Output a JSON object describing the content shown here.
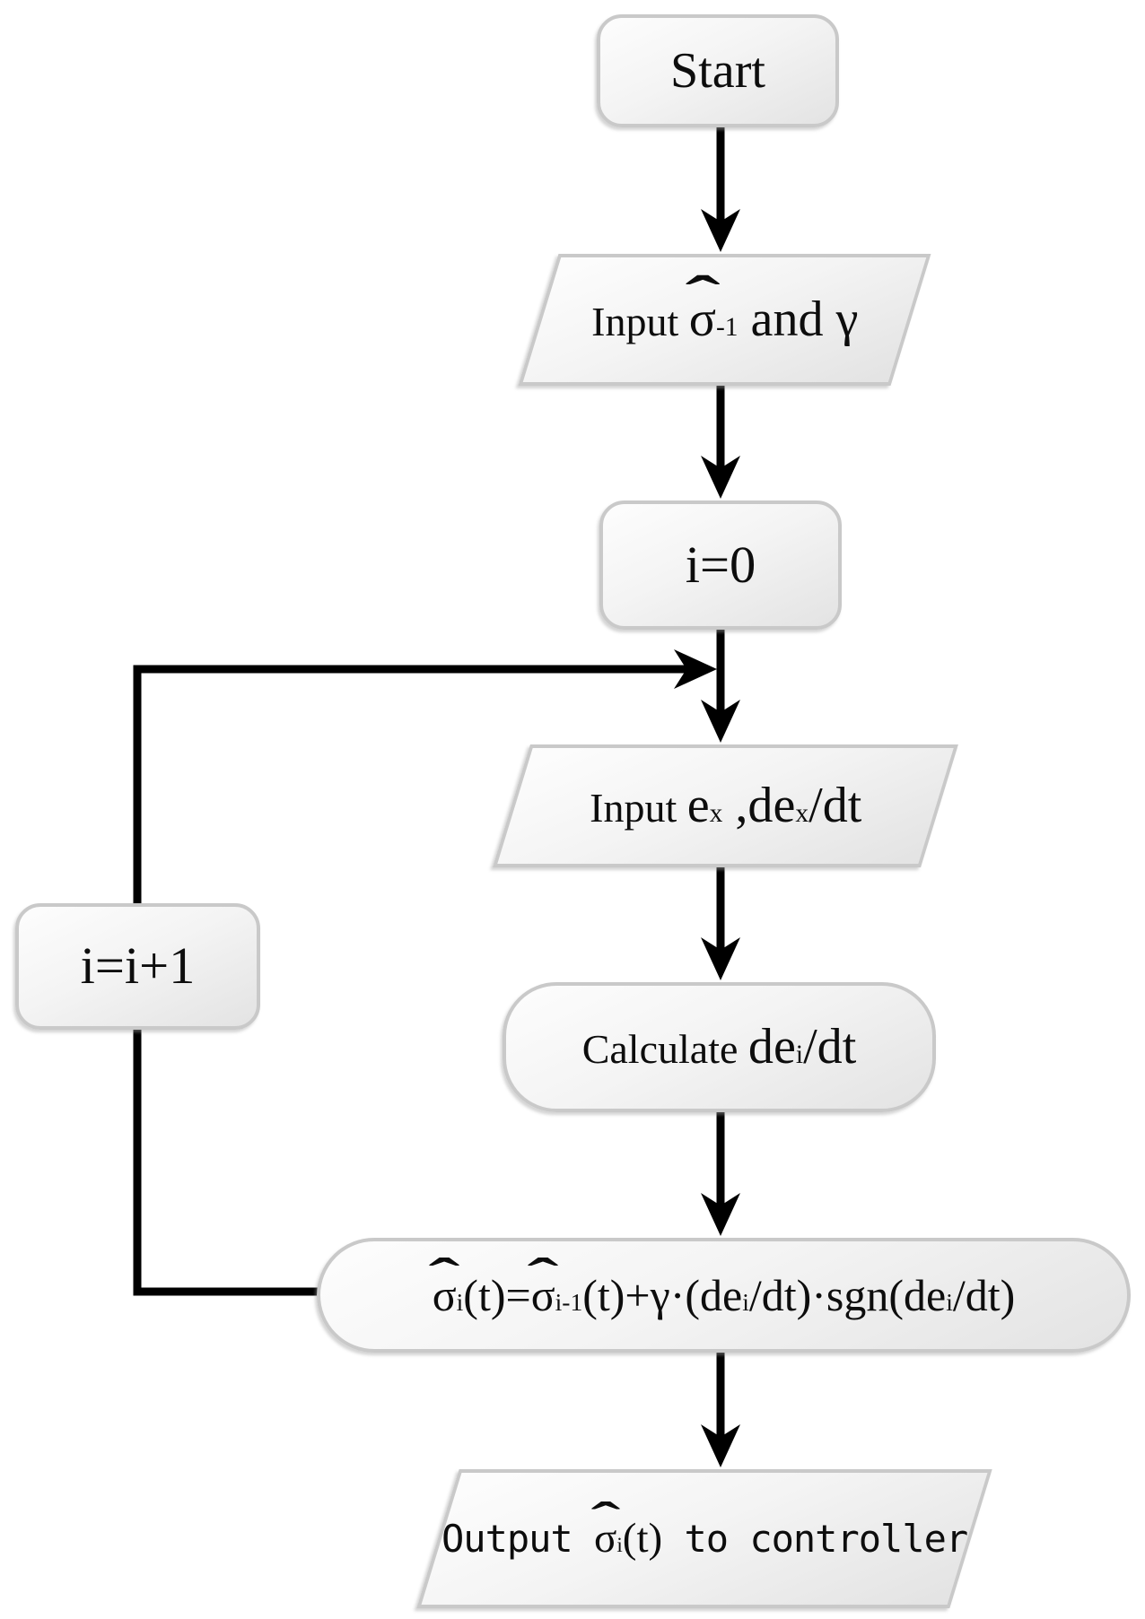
{
  "figure": {
    "type": "flowchart",
    "description": "Adaptive gain update algorithm flowchart"
  },
  "palette": {
    "background": "#ffffff",
    "node_fill_light": "#fdfdfd",
    "node_fill_dark": "#e3e3e3",
    "node_border": "#c9c9c9",
    "text": "#0d0d0d",
    "connector": "#000000"
  },
  "nodes": {
    "start": {
      "shape": "rounded-rectangle",
      "segments": [
        {
          "text": "Start",
          "math": true
        }
      ]
    },
    "input_init": {
      "shape": "parallelogram",
      "segments": [
        {
          "text": "Input "
        },
        {
          "text": "σ",
          "hat": "ˆ",
          "math": true
        },
        {
          "text": "-1",
          "sub": true,
          "math": true
        },
        {
          "text": " and γ",
          "math": true
        }
      ]
    },
    "set_i": {
      "shape": "rounded-rectangle",
      "segments": [
        {
          "text": "i=0",
          "math": true
        }
      ]
    },
    "input_errors": {
      "shape": "parallelogram",
      "segments": [
        {
          "text": "Input "
        },
        {
          "text": "e",
          "math": true
        },
        {
          "text": "x",
          "sub": true,
          "math": true
        },
        {
          "text": " ,de",
          "math": true
        },
        {
          "text": "x",
          "sub": true,
          "math": true
        },
        {
          "text": "/dt",
          "math": true
        }
      ]
    },
    "calculate": {
      "shape": "rounded-rectangle",
      "segments": [
        {
          "text": "Calculate "
        },
        {
          "text": "de",
          "math": true
        },
        {
          "text": "i",
          "sub": true,
          "math": true
        },
        {
          "text": "/dt",
          "math": true
        }
      ]
    },
    "update": {
      "shape": "stadium",
      "segments": [
        {
          "text": "σ",
          "hat": "ˆ"
        },
        {
          "text": "i",
          "sub": true
        },
        {
          "text": "(t)="
        },
        {
          "text": "σ",
          "hat": "ˆ"
        },
        {
          "text": "i-1",
          "sub": true
        },
        {
          "text": "(t)+γ·(de"
        },
        {
          "text": "i",
          "sub": true
        },
        {
          "text": "/dt)·sgn(de"
        },
        {
          "text": "i",
          "sub": true
        },
        {
          "text": "/dt)"
        }
      ]
    },
    "output": {
      "shape": "parallelogram",
      "segments": [
        {
          "text": "Output "
        },
        {
          "text": "σ",
          "hat": "ˆ",
          "serif": true
        },
        {
          "text": "i",
          "sub": true,
          "serif": true
        },
        {
          "text": "(t)",
          "serif": true
        },
        {
          "text": " to controller"
        }
      ]
    },
    "increment": {
      "shape": "rounded-rectangle",
      "segments": [
        {
          "text": "i=i+1",
          "math": true
        }
      ]
    }
  },
  "edges": [
    {
      "from": "start",
      "to": "input_init"
    },
    {
      "from": "input_init",
      "to": "set_i"
    },
    {
      "from": "set_i",
      "to": "input_errors"
    },
    {
      "from": "input_errors",
      "to": "calculate"
    },
    {
      "from": "calculate",
      "to": "update"
    },
    {
      "from": "update",
      "to": "output"
    },
    {
      "from": "update",
      "to": "increment",
      "via": "feedback-loop"
    },
    {
      "from": "increment",
      "to": "input_errors",
      "via": "feedback-loop"
    }
  ]
}
